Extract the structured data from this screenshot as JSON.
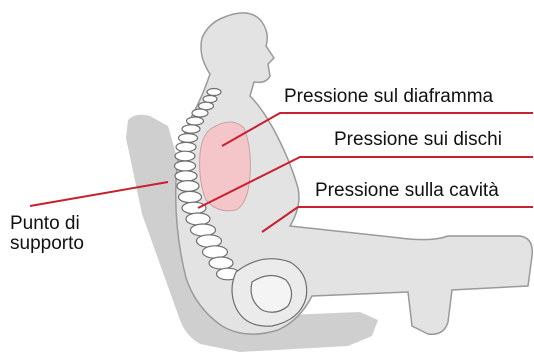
{
  "labels": {
    "diaframma": "Pressione sul diaframma",
    "dischi": "Pressione sui dischi",
    "cavita": "Pressione sulla cavità",
    "supporto_line1": "Punto di",
    "supporto_line2": "supporto"
  },
  "colors": {
    "leader_line": "#c8202e",
    "body_fill": "#e3e3e3",
    "body_stroke": "#9a9a9a",
    "seat": "#cfcfcf",
    "diaphragm": "#f4c6c9",
    "vertebra_stroke": "#6e6e6e"
  }
}
